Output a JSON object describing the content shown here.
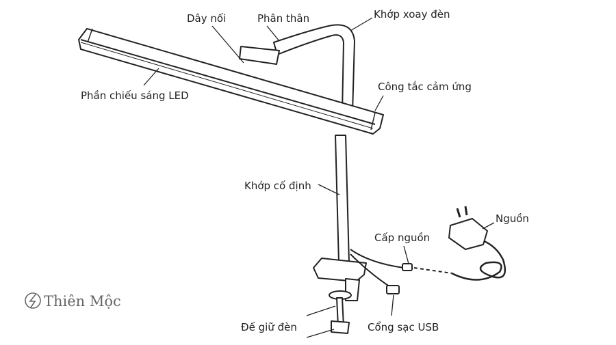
{
  "labels": {
    "day_noi": "Dây nối",
    "phan_than": "Phân thân",
    "khop_xoay_den": "Khớp xoay đèn",
    "cong_tac_cam_ung": "Công tắc cảm ứng",
    "phan_chieu_sang_led": "Phần chiếu sáng LED",
    "khop_co_dinh": "Khớp cố định",
    "cap_nguon": "Cấp nguồn",
    "nguon": "Nguồn",
    "de_giu_den": "Đế giữ đèn",
    "cong_sac_usb": "Cổng sạc USB"
  },
  "logo": {
    "text": "Thiên Mộc",
    "icon": "lightning-circle-icon"
  }
}
